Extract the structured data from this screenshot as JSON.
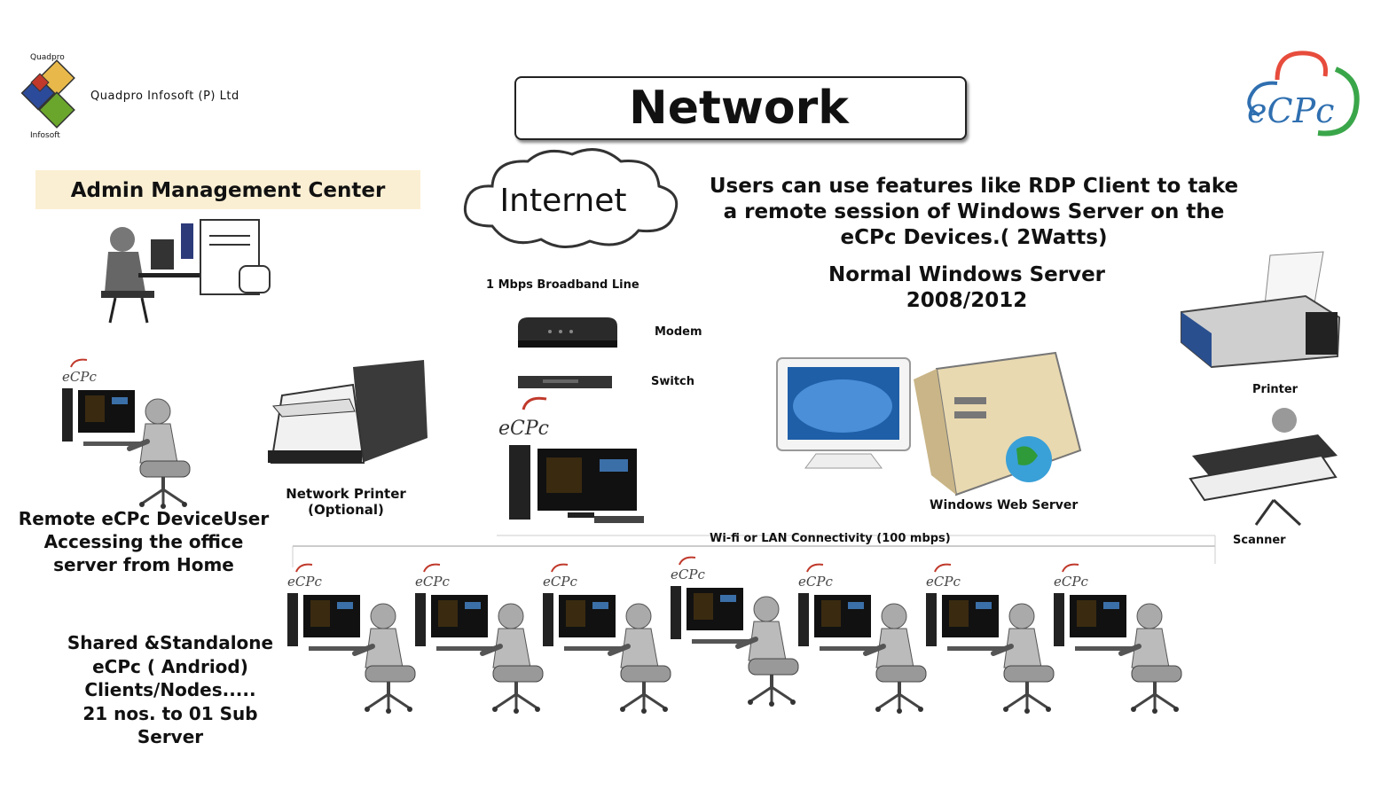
{
  "title": "Network",
  "company": {
    "name": "Quadpro Infosoft (P) Ltd",
    "logo_top": "Quadpro",
    "logo_bottom": "Infosoft",
    "logo_colors": [
      "#e8b94a",
      "#6aa52c",
      "#c0392b",
      "#2c4a9a"
    ]
  },
  "brand_logo": {
    "text": "eCPc",
    "colors": [
      "#e74c3c",
      "#2f6fb0",
      "#3aa64a"
    ]
  },
  "admin_center": "Admin  Management Center",
  "internet": "Internet",
  "broadband": "1 Mbps Broadband Line",
  "modem": "Modem",
  "switch": "Switch",
  "users_note": "Users can use features like RDP Client to take a remote session of Windows Server on the eCPc Devices.( 2Watts)",
  "server_note_line1": "Normal Windows Server",
  "server_note_line2": "2008/2012",
  "web_server": "Windows Web Server",
  "printer": "Printer",
  "scanner": "Scanner",
  "network_printer_line1": "Network Printer",
  "network_printer_line2": "(Optional)",
  "remote_user_line1": "Remote eCPc DeviceUser",
  "remote_user_line2": "Accessing the office",
  "remote_user_line3": "server from Home",
  "connectivity": "Wi-fi or  LAN Connectivity (100 mbps)",
  "clients_line1": "Shared &Standalone",
  "clients_line2": "eCPc ( Andriod)",
  "clients_line3": "Clients/Nodes.....",
  "clients_line4": "21 nos. to 01 Sub",
  "clients_line5": "Server",
  "client_node_label": "eCPc"
}
